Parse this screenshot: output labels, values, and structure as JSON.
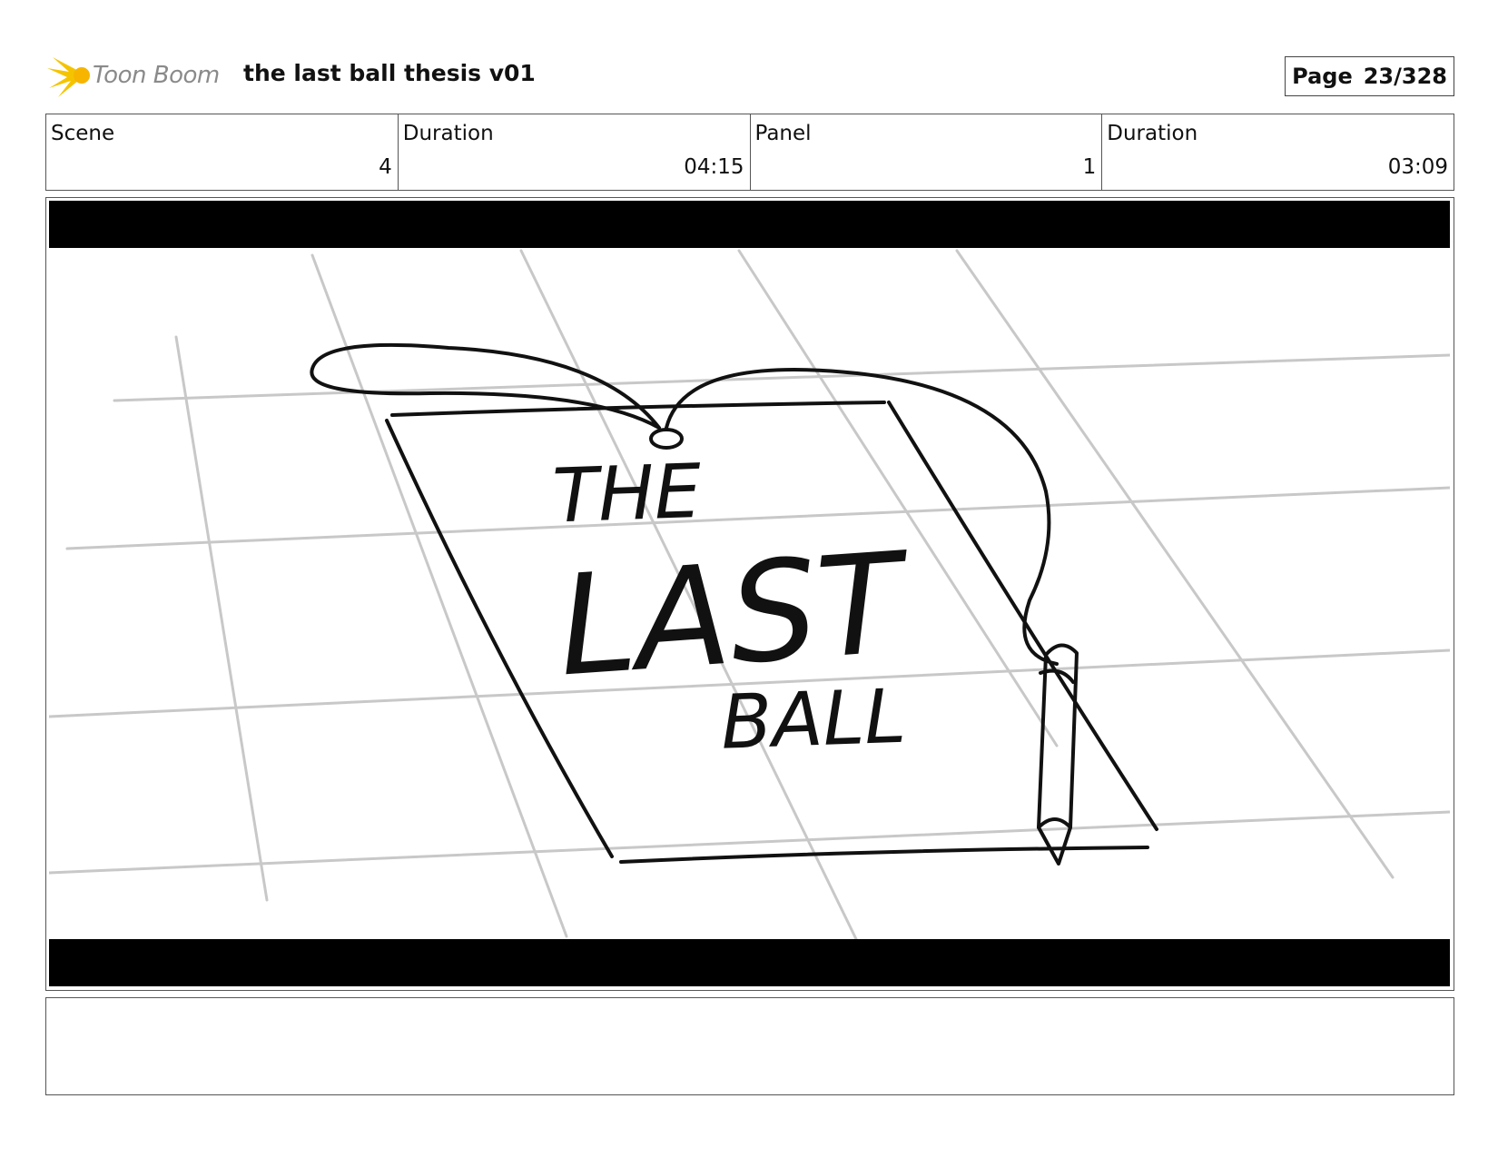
{
  "header": {
    "brand": "Toon Boom",
    "title": "the last ball thesis v01",
    "page_label": "Page",
    "page_number": "23/328"
  },
  "info": {
    "scene_label": "Scene",
    "scene_value": "4",
    "scene_duration_label": "Duration",
    "scene_duration_value": "04:15",
    "panel_label": "Panel",
    "panel_value": "1",
    "panel_duration_label": "Duration",
    "panel_duration_value": "03:09"
  },
  "panel": {
    "sketch_line1": "THE",
    "sketch_line2": "LAST",
    "sketch_line3": "BALL"
  },
  "notes": {
    "text": ""
  }
}
